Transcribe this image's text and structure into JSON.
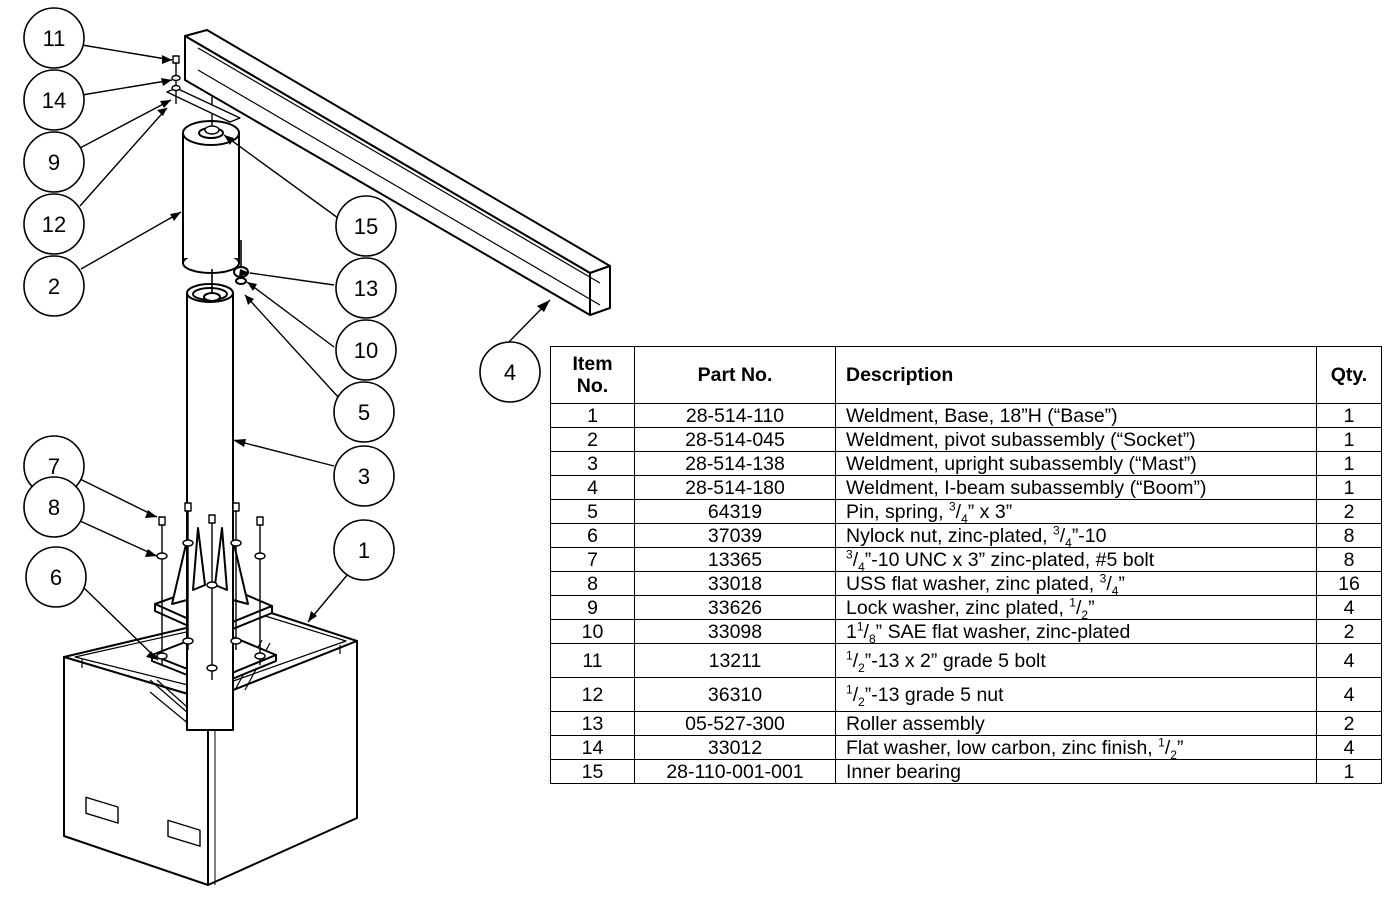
{
  "balloons": [
    {
      "id": "b11",
      "label": "11"
    },
    {
      "id": "b14",
      "label": "14"
    },
    {
      "id": "b9",
      "label": "9"
    },
    {
      "id": "b12",
      "label": "12"
    },
    {
      "id": "b2",
      "label": "2"
    },
    {
      "id": "b15",
      "label": "15"
    },
    {
      "id": "b13",
      "label": "13"
    },
    {
      "id": "b10",
      "label": "10"
    },
    {
      "id": "b5",
      "label": "5"
    },
    {
      "id": "b3",
      "label": "3"
    },
    {
      "id": "b7",
      "label": "7"
    },
    {
      "id": "b8",
      "label": "8"
    },
    {
      "id": "b6",
      "label": "6"
    },
    {
      "id": "b1",
      "label": "1"
    },
    {
      "id": "b4",
      "label": "4"
    }
  ],
  "table": {
    "headers": {
      "item_line1": "Item",
      "item_line2": "No.",
      "part": "Part No.",
      "description": "Description",
      "qty": "Qty."
    },
    "rows": [
      {
        "item": "1",
        "part": "28-514-110",
        "qty": "1",
        "desc": [
          {
            "t": "Weldment, Base, 18”H (“Base”)"
          }
        ]
      },
      {
        "item": "2",
        "part": "28-514-045",
        "qty": "1",
        "desc": [
          {
            "t": "Weldment, pivot subassembly (“Socket”)"
          }
        ]
      },
      {
        "item": "3",
        "part": "28-514-138",
        "qty": "1",
        "desc": [
          {
            "t": "Weldment, upright subassembly (“Mast”)"
          }
        ]
      },
      {
        "item": "4",
        "part": "28-514-180",
        "qty": "1",
        "desc": [
          {
            "t": "Weldment, I-beam subassembly (“Boom”)"
          }
        ]
      },
      {
        "item": "5",
        "part": "64319",
        "qty": "2",
        "desc": [
          {
            "t": "Pin, spring, "
          },
          {
            "sup": "3"
          },
          {
            "t": "/"
          },
          {
            "sub": "4"
          },
          {
            "t": "” x 3”"
          }
        ]
      },
      {
        "item": "6",
        "part": "37039",
        "qty": "8",
        "desc": [
          {
            "t": "Nylock nut, zinc-plated, "
          },
          {
            "sup": "3"
          },
          {
            "t": "/"
          },
          {
            "sub": "4"
          },
          {
            "t": "”-10"
          }
        ]
      },
      {
        "item": "7",
        "part": "13365",
        "qty": "8",
        "desc": [
          {
            "sup": "3"
          },
          {
            "t": "/"
          },
          {
            "sub": "4"
          },
          {
            "t": "”-10 UNC x 3” zinc-plated, #5 bolt"
          }
        ]
      },
      {
        "item": "8",
        "part": "33018",
        "qty": "16",
        "desc": [
          {
            "t": "USS flat washer, zinc plated, "
          },
          {
            "sup": "3"
          },
          {
            "t": "/"
          },
          {
            "sub": "4"
          },
          {
            "t": "”"
          }
        ]
      },
      {
        "item": "9",
        "part": "33626",
        "qty": "4",
        "desc": [
          {
            "t": "Lock washer, zinc plated, "
          },
          {
            "sup": "1"
          },
          {
            "t": "/"
          },
          {
            "sub": "2"
          },
          {
            "t": "”"
          }
        ]
      },
      {
        "item": "10",
        "part": "33098",
        "qty": "2",
        "desc": [
          {
            "t": "1"
          },
          {
            "sup": "1"
          },
          {
            "t": "/"
          },
          {
            "sub": "8"
          },
          {
            "t": "” SAE flat washer, zinc-plated"
          }
        ]
      },
      {
        "item": "11",
        "part": "13211",
        "qty": "4",
        "tall": true,
        "desc": [
          {
            "sup": "1"
          },
          {
            "t": "/"
          },
          {
            "sub": "2"
          },
          {
            "t": "”-13 x 2” grade 5 bolt"
          }
        ]
      },
      {
        "item": "12",
        "part": "36310",
        "qty": "4",
        "tall": true,
        "desc": [
          {
            "sup": "1"
          },
          {
            "t": "/"
          },
          {
            "sub": "2"
          },
          {
            "t": "”-13 grade 5 nut"
          }
        ]
      },
      {
        "item": "13",
        "part": "05-527-300",
        "qty": "2",
        "desc": [
          {
            "t": "Roller assembly"
          }
        ]
      },
      {
        "item": "14",
        "part": "33012",
        "qty": "4",
        "desc": [
          {
            "t": "Flat washer, low carbon, zinc finish, "
          },
          {
            "sup": "1"
          },
          {
            "t": "/"
          },
          {
            "sub": "2"
          },
          {
            "t": "”"
          }
        ]
      },
      {
        "item": "15",
        "part": "28-110-001-001",
        "qty": "1",
        "desc": [
          {
            "t": "Inner bearing"
          }
        ]
      }
    ]
  }
}
